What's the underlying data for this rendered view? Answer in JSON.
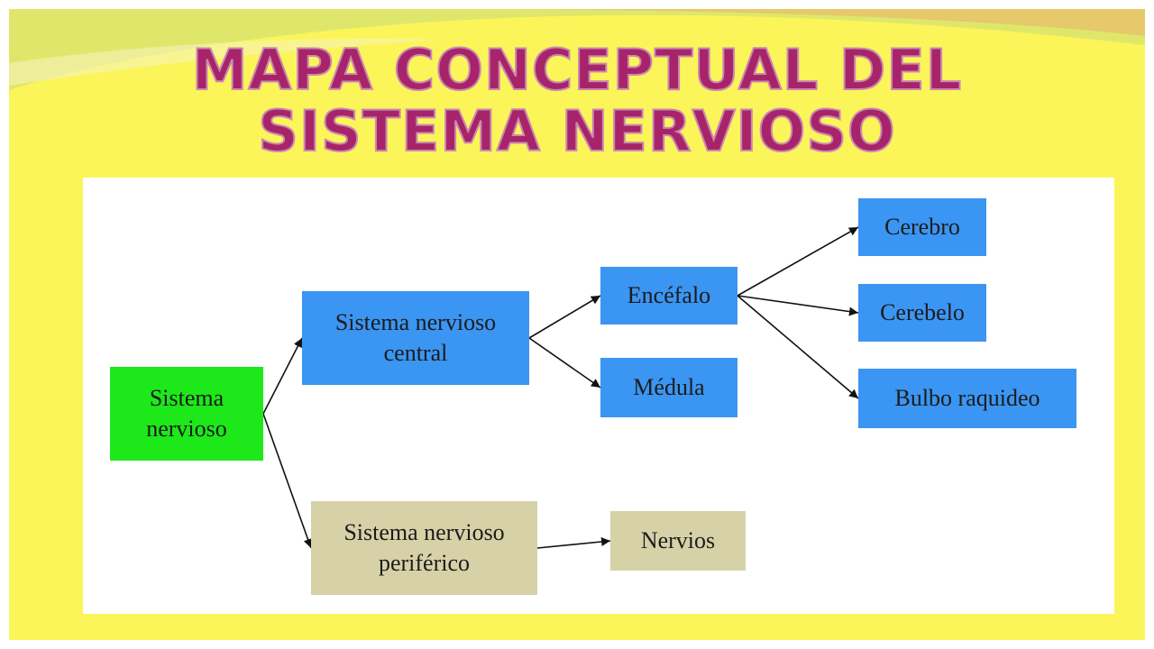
{
  "title": {
    "line1": "MAPA CONCEPTUAL DEL",
    "line2": "SISTEMA NERVIOSO"
  },
  "colors": {
    "background": "#fbf55a",
    "title": "#a8246a",
    "root_node": "#1de81a",
    "central_nodes": "#3b95f2",
    "peripheral_nodes": "#d6d1a7",
    "arrow": "#111111"
  },
  "nodes": {
    "root": {
      "line1": "Sistema",
      "line2": "nervioso"
    },
    "central": {
      "line1": "Sistema nervioso",
      "line2": "central"
    },
    "encefalo": {
      "label": "Encéfalo"
    },
    "medula": {
      "label": "Médula"
    },
    "cerebro": {
      "label": "Cerebro"
    },
    "cerebelo": {
      "label": "Cerebelo"
    },
    "bulbo": {
      "label": "Bulbo raquideo"
    },
    "periferico": {
      "line1": "Sistema nervioso",
      "line2": "periférico"
    },
    "nervios": {
      "label": "Nervios"
    }
  },
  "edges": [
    [
      "root",
      "central"
    ],
    [
      "root",
      "periferico"
    ],
    [
      "central",
      "encefalo"
    ],
    [
      "central",
      "medula"
    ],
    [
      "encefalo",
      "cerebro"
    ],
    [
      "encefalo",
      "cerebelo"
    ],
    [
      "encefalo",
      "bulbo"
    ],
    [
      "periferico",
      "nervios"
    ]
  ]
}
